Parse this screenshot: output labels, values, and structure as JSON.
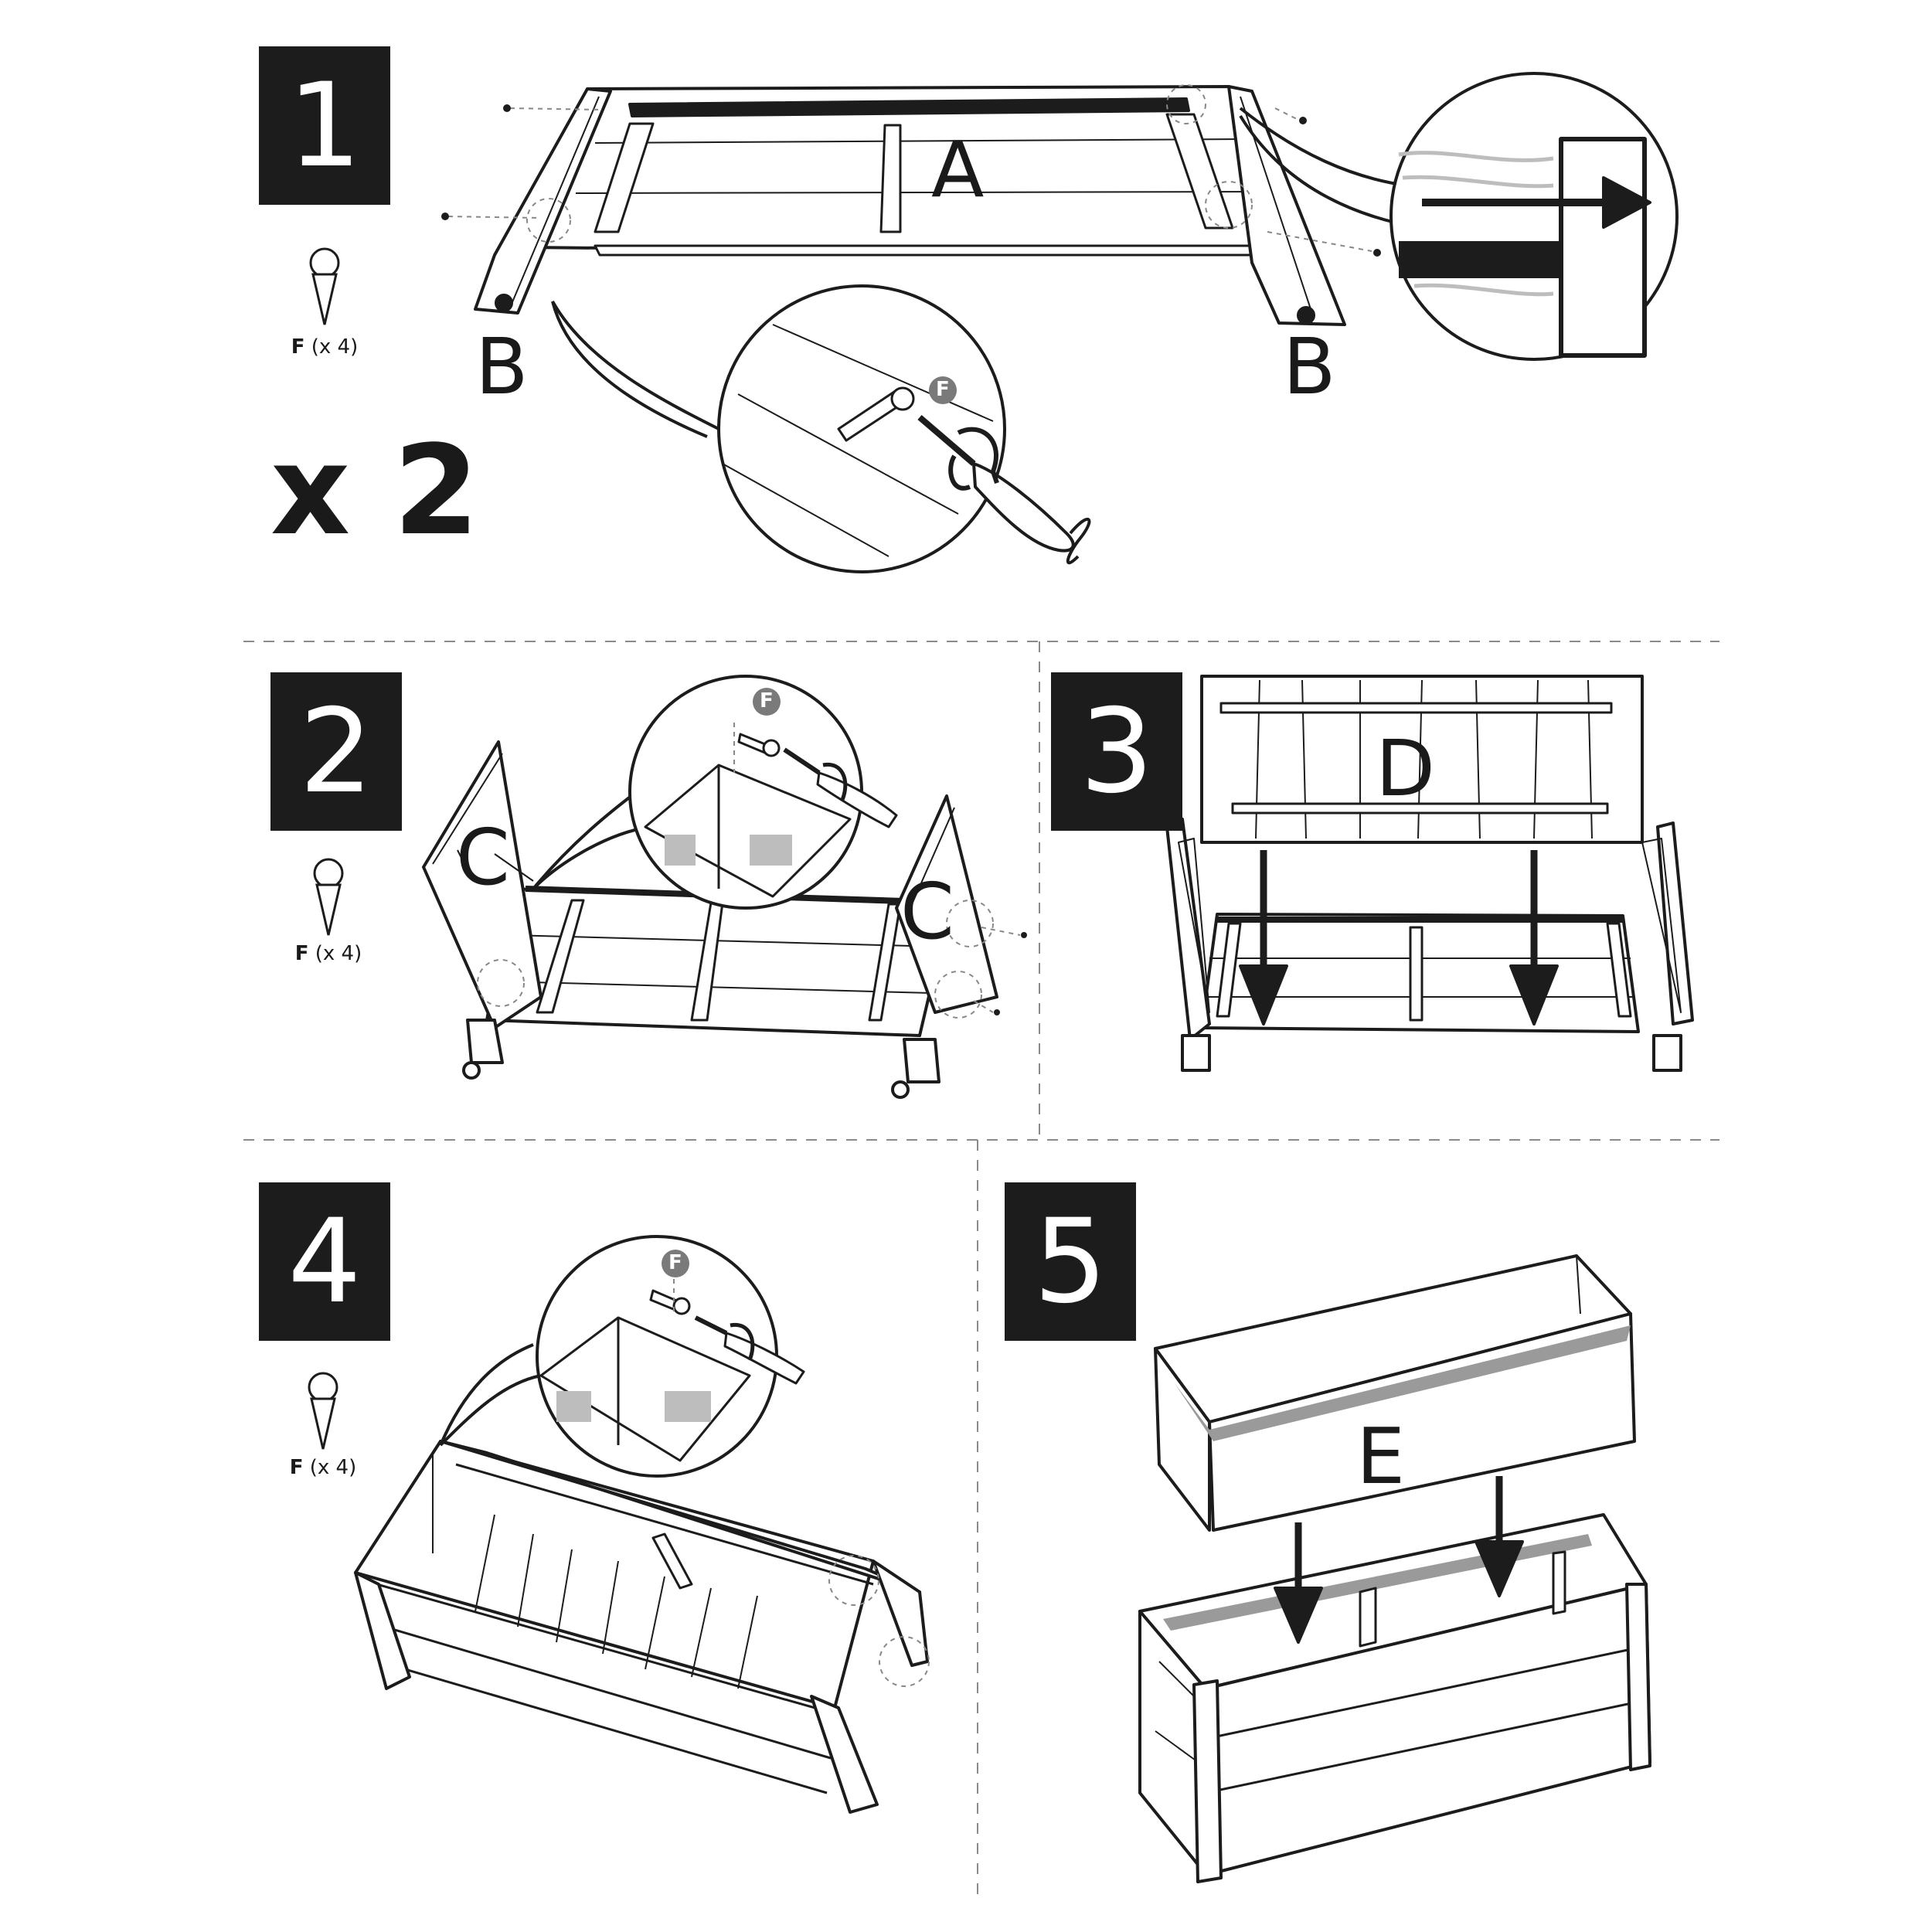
{
  "steps": [
    {
      "number": "1",
      "screw": {
        "letter": "F",
        "qty": "(x 4)"
      },
      "parts": [
        "A",
        "B",
        "B"
      ],
      "repeat": "x 2"
    },
    {
      "number": "2",
      "screw": {
        "letter": "F",
        "qty": "(x 4)"
      },
      "parts": [
        "C",
        "C"
      ]
    },
    {
      "number": "3",
      "parts": [
        "D"
      ]
    },
    {
      "number": "4",
      "screw": {
        "letter": "F",
        "qty": "(x 4)"
      }
    },
    {
      "number": "5",
      "parts": [
        "E"
      ]
    }
  ],
  "screw_badge": "F",
  "colors": {
    "ink": "#1c1c1c",
    "badge": "#7a7a7a",
    "wood_grain": "#bdbdbd",
    "rail": "#9a9a9a"
  }
}
